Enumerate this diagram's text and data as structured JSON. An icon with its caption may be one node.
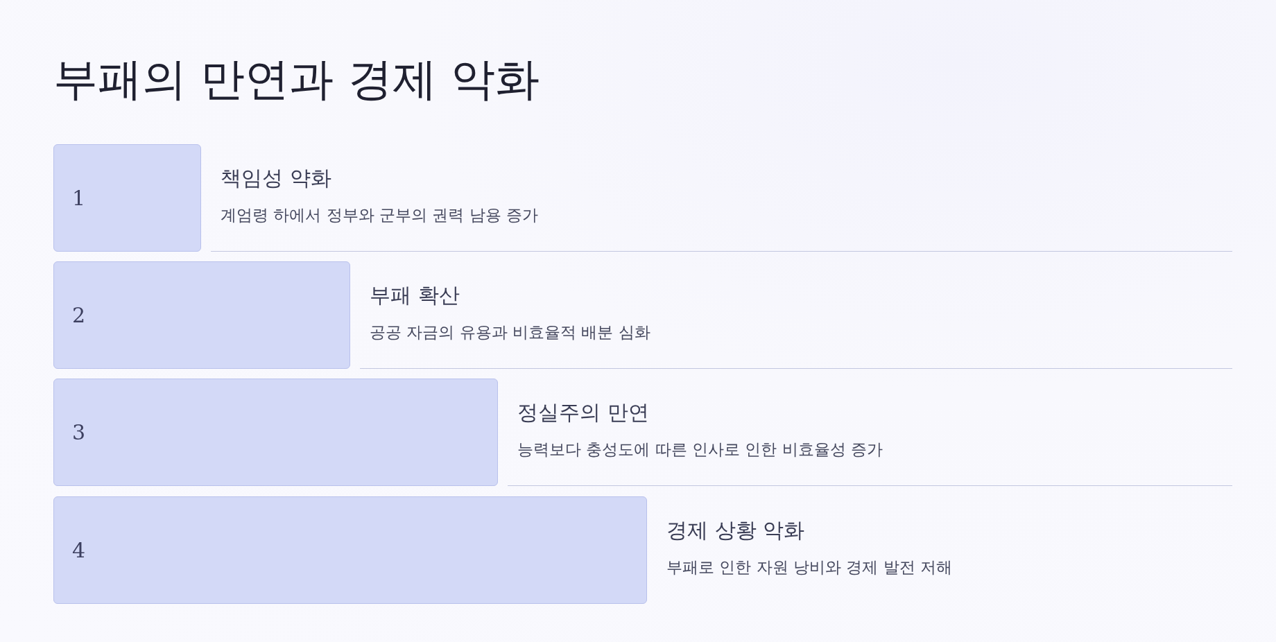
{
  "diagram": {
    "title": "부패의 만연과 경제 악화",
    "nodes": [
      {
        "text": [
          "1"
        ],
        "beside": [
          "책임성 약화",
          "계엄령 하에서 정부와 군부의 권력 남용 증가"
        ]
      },
      {
        "text": [
          "2"
        ],
        "beside": [
          "부패 확산",
          "공공 자금의 유용과 비효율적 배분 심화"
        ]
      },
      {
        "text": [
          "3"
        ],
        "beside": [
          "정실주의 만연",
          "능력보다 충성도에 따른 인사로 인한 비효율성 증가"
        ]
      },
      {
        "text": [
          "4"
        ],
        "beside": [
          "경제 상황 악화",
          "부패로 인한 자원 낭비와 경제 발전 저해"
        ]
      }
    ]
  }
}
